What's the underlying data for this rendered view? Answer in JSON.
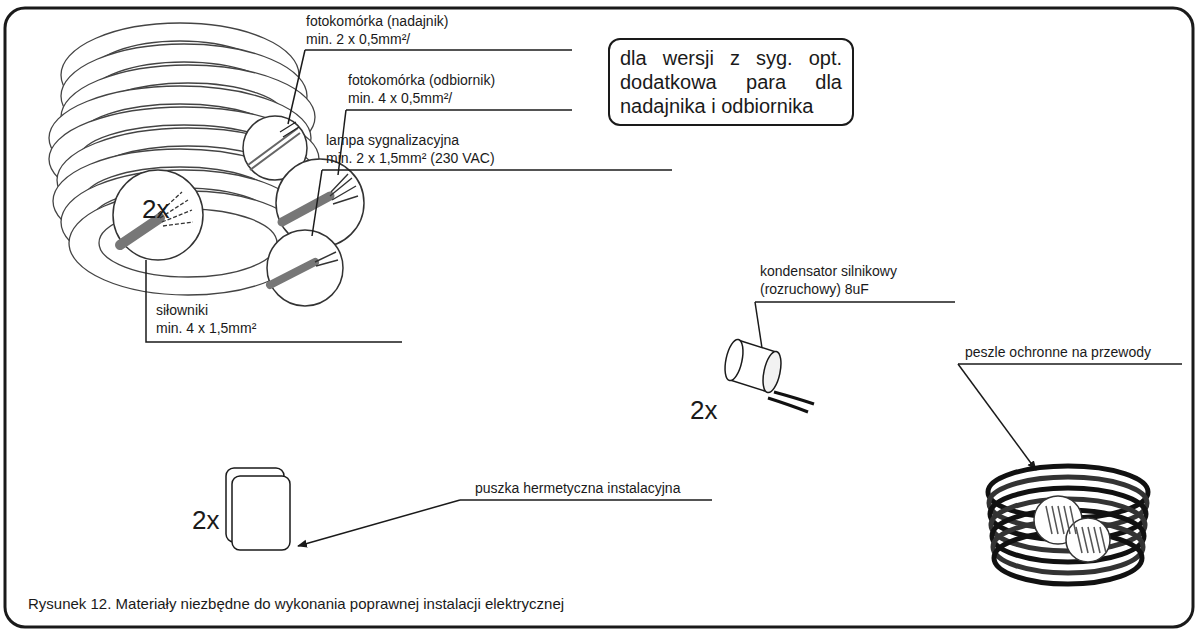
{
  "diagram": {
    "caption": "Rysunek 12. Materiały niezbędne do wykonania poprawnej instalacji elektrycznej",
    "nodes": [
      {
        "text": [
          "dla wersji z syg. opt. dodatkowa para dla nadajnika i odbiornika"
        ]
      }
    ],
    "labels": [
      "fotokomórka (nadajnik)",
      "min. 2 x 0,5mm²/",
      "fotokomórka (odbiornik)",
      "min. 4 x 0,5mm²/",
      "lampa sygnalizacyjna",
      "min. 2 x 1,5mm² (230 VAC)",
      "2x",
      "siłowniki",
      "min. 4 x 1,5mm²",
      "kondensator silnikowy",
      "(rozruchowy) 8uF",
      "2x",
      "puszka hermetyczna instalacyjna",
      "2x",
      "peszle ochronne na przewody"
    ]
  }
}
